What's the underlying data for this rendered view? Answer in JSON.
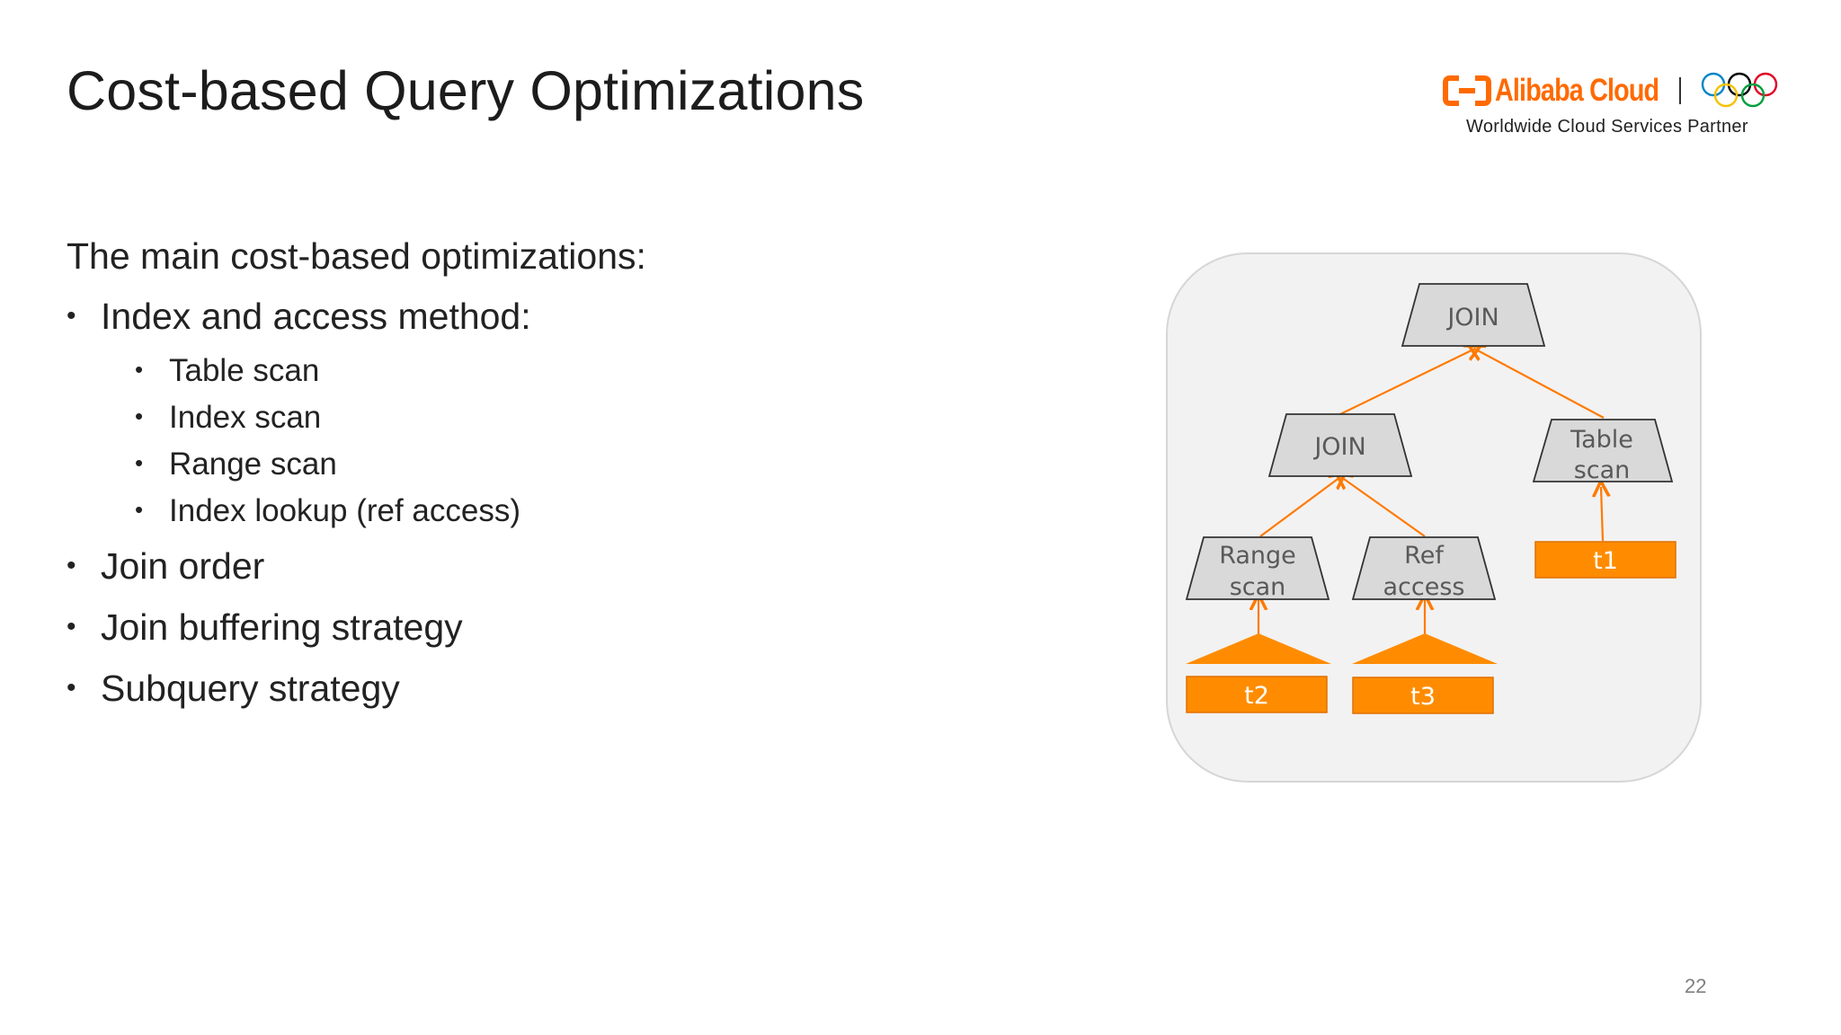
{
  "slide": {
    "title": "Cost-based Query Optimizations",
    "page_number": "22"
  },
  "logo": {
    "brand": "Alibaba Cloud",
    "tagline": "Worldwide Cloud Services Partner",
    "icon": "alibaba-cloud-icon",
    "secondary_icon": "olympic-rings-icon",
    "brand_color": "#ff6a00"
  },
  "content": {
    "intro": "The main cost-based optimizations:",
    "bullets": [
      {
        "label": "Index and access method:",
        "sub": [
          "Table scan",
          "Index scan",
          "Range scan",
          "Index lookup (ref access)"
        ]
      },
      {
        "label": "Join order"
      },
      {
        "label": "Join buffering strategy"
      },
      {
        "label": "Subquery strategy"
      }
    ]
  },
  "diagram": {
    "colors": {
      "panel": "#f2f2f2",
      "node_fill": "#d9d9d9",
      "leaf_fill": "#ff8c00",
      "edge": "#ff7a00"
    },
    "nodes": {
      "join_top": "JOIN",
      "join_mid": "JOIN",
      "table_scan_line1": "Table",
      "table_scan_line2": "scan",
      "range_scan_line1": "Range",
      "range_scan_line2": "scan",
      "ref_access_line1": "Ref",
      "ref_access_line2": "access"
    },
    "leaves": {
      "t1": "t1",
      "t2": "t2",
      "t3": "t3"
    }
  }
}
